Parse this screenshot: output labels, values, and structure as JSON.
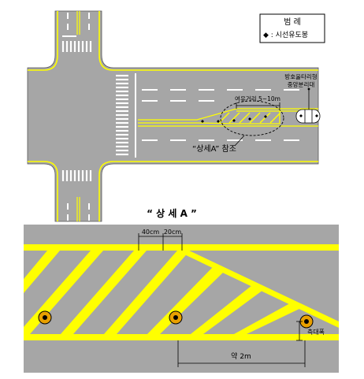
{
  "legend": {
    "title": "범 례",
    "item_label": "◆ : 시선유도봉"
  },
  "labels": {
    "median": "방호울타리형",
    "median_line2": "중앙분리대",
    "buffer_distance": "여유거리 5~10m",
    "detail_ref": "“상세A” 참조",
    "detail_title": "“ 상 세 A ”",
    "stripe_width": "40cm",
    "stripe_gap": "20cm",
    "approx_length": "약 2m",
    "post_diameter": "측대폭"
  },
  "colors": {
    "asphalt": "#a6a6a6",
    "marking_yellow": "#ffff00",
    "marking_white": "#ffffff",
    "line": "#000000"
  }
}
